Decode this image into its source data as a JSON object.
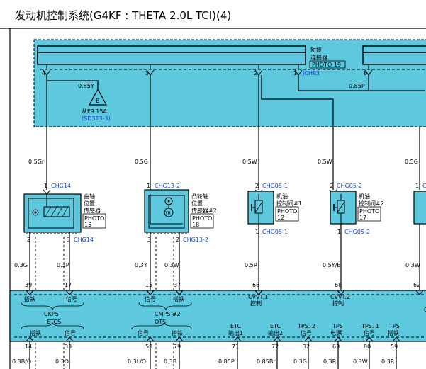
{
  "title": "发动机控制系统(G4KF : THETA 2.0L TCI)(4)",
  "jumper": {
    "label1": "短接",
    "label2": "连接器",
    "photo": "PHOTO 19",
    "ref": "JCH83",
    "pins": [
      "4",
      "3",
      "2",
      "1"
    ],
    "right_pin": "8",
    "wire_085y": "0.85Y",
    "wire_085p": "0.85P",
    "ground_letter": "B",
    "from_label": "从F9 15A",
    "from_ref": "(SD313-3)"
  },
  "connectors": {
    "chg14": "CHG14",
    "chg13_2": "CHG13-2",
    "chg05_1": "CHG05-1",
    "chg05_2": "CHG05-2",
    "chg_partial": "C"
  },
  "pins": {
    "p1": "1",
    "p2": "2",
    "p3": "3",
    "p2b": "2",
    "p1b": "1"
  },
  "wires_top": [
    "0.5Gr",
    "0.5G",
    "0.5W",
    "0.5W",
    "0.5G"
  ],
  "sensors": {
    "ckp": {
      "l1": "曲轴",
      "l2": "位置",
      "l3": "传感器",
      "photo1": "PHOTO",
      "photo2": "15"
    },
    "cmp": {
      "l1": "凸轮轴",
      "l2": "位置",
      "l3": "传感器#2",
      "photo1": "PHOTO",
      "photo2": "18"
    },
    "ocv1": {
      "l1": "机油",
      "l2": "控制阀#1",
      "photo1": "PHOTO",
      "photo2": "12"
    },
    "ocv2": {
      "l1": "机油",
      "l2": "控制阀#2",
      "photo1": "PHOTO",
      "photo2": "17"
    }
  },
  "wires_mid": [
    "0.3G",
    "0.3P",
    "0.3Y",
    "0.3W",
    "0.5R",
    "0.5Y/B",
    "0.3W"
  ],
  "ecm_pins_top": [
    "39",
    "17",
    "15",
    "37",
    "66",
    "68",
    "62"
  ],
  "ecm_labels": {
    "ground": "搭铁",
    "signal": "信号",
    "ckps": "CKPS",
    "cmps": "CMPS #2",
    "etcs": "ETCS",
    "ots": "OTS",
    "cvvt1a": "CVVT.1",
    "cvvt1b": "控制",
    "cvvt2a": "CVVT.2",
    "cvvt2b": "控制",
    "etc1a": "ETC",
    "etc1b": "输出1",
    "etc2a": "ETC",
    "etc2b": "输出2",
    "tps2a": "TPS. 2",
    "tps2b": "信号",
    "tpsa": "TPS",
    "tpsb": "电源",
    "tps1a": "TPS. 1",
    "tps1b": "信号",
    "tpsgnda": "TPS",
    "tpsgndb": "搭铁",
    "partial": "C"
  },
  "ecm_pins_bottom": [
    "14",
    "33",
    "58",
    "79",
    "71",
    "72",
    "32",
    "63",
    "80",
    "59"
  ],
  "wires_bottom": [
    "0.3B/O",
    "0.3O",
    "0.3L/O",
    "0.3B",
    "0.85P",
    "0.85Br",
    "0.3G",
    "0.3R",
    "0.3W",
    "0.3R"
  ],
  "colors": {
    "cyan": "#5ec8de",
    "line": "#000000",
    "ref_blue": "#1a3fd0"
  }
}
